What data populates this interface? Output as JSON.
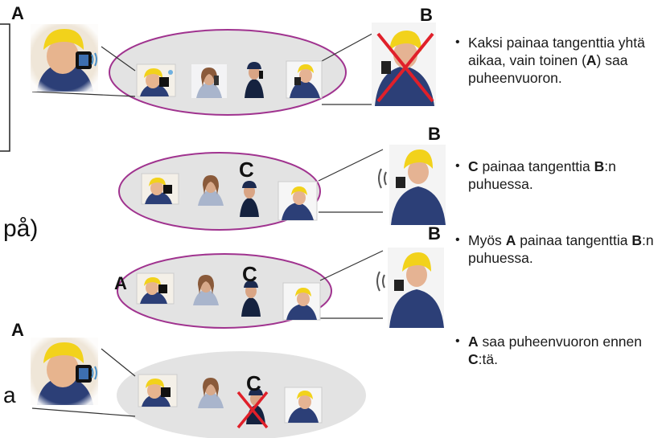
{
  "letters": {
    "a": "A",
    "b": "B",
    "c": "C"
  },
  "left_edge_text": {
    "pa": "på)",
    "a_fragment": "a"
  },
  "bullets": [
    {
      "parts": [
        {
          "t": "Kaksi painaa tangenttia yhtä aikaa, vain toinen ("
        },
        {
          "t": "A",
          "b": true
        },
        {
          "t": ") saa puheenvuoron."
        }
      ]
    },
    {
      "parts": [
        {
          "t": "C",
          "b": true
        },
        {
          "t": " painaa tangenttia "
        },
        {
          "t": "B",
          "b": true
        },
        {
          "t": ":n puhuessa."
        }
      ]
    },
    {
      "parts": [
        {
          "t": "Myös "
        },
        {
          "t": "A",
          "b": true
        },
        {
          "t": " painaa tangenttia "
        },
        {
          "t": "B",
          "b": true
        },
        {
          "t": ":n puhuessa."
        }
      ]
    },
    {
      "parts": [
        {
          "t": "A",
          "b": true
        },
        {
          "t": " saa puheenvuoron ennen "
        },
        {
          "t": "C",
          "b": true
        },
        {
          "t": ":tä."
        }
      ]
    }
  ],
  "colors": {
    "ellipse_stroke": "#a0338f",
    "ellipse_fill": "#e3e3e3",
    "cross": "#e0202a",
    "helmet": "#f2d21b",
    "jacket": "#2c3f77"
  }
}
